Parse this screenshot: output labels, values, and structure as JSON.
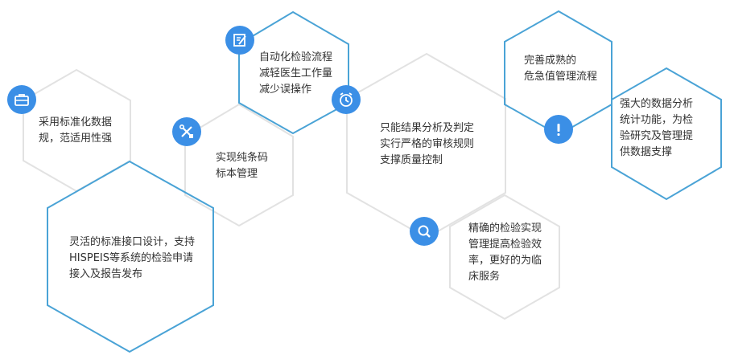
{
  "colors": {
    "accent": "#4aa3d6",
    "muted": "#e2e2e2",
    "badge": "#3b8fe6",
    "text": "#333333"
  },
  "nodes": [
    {
      "id": "standardization",
      "accent": false,
      "icon": "toolbox-icon",
      "lines": [
        "采用标准化数据",
        "规，范适用性强"
      ]
    },
    {
      "id": "interface",
      "accent": true,
      "icon": "",
      "lines": [
        "灵活的标准接口设计，支持",
        "HISPEIS等系统的检验申请",
        "接入及报告发布"
      ]
    },
    {
      "id": "barcode",
      "accent": false,
      "icon": "tools-icon",
      "lines": [
        "实现纯条码",
        "标本管理"
      ]
    },
    {
      "id": "automation",
      "accent": true,
      "icon": "edit-document-icon",
      "lines": [
        "自动化检验流程",
        "减轻医生工作量",
        "减少误操作"
      ]
    },
    {
      "id": "result-analysis",
      "accent": false,
      "icon": "alarm-clock-icon",
      "lines": [
        "只能结果分析及判定",
        "实行严格的审核规则",
        "支撑质量控制"
      ]
    },
    {
      "id": "precision",
      "accent": false,
      "icon": "search-icon",
      "lines": [
        "精确的检验实现",
        "管理提高检验效",
        "率，更好的为临",
        "床服务"
      ]
    },
    {
      "id": "critical-value",
      "accent": true,
      "icon": "exclamation-icon",
      "lines": [
        "完善成熟的",
        "危急值管理流程"
      ]
    },
    {
      "id": "statistics",
      "accent": true,
      "icon": "",
      "lines": [
        "强大的数据分析",
        "统计功能，为检",
        "验研究及管理提",
        "供数据支撑"
      ]
    }
  ]
}
